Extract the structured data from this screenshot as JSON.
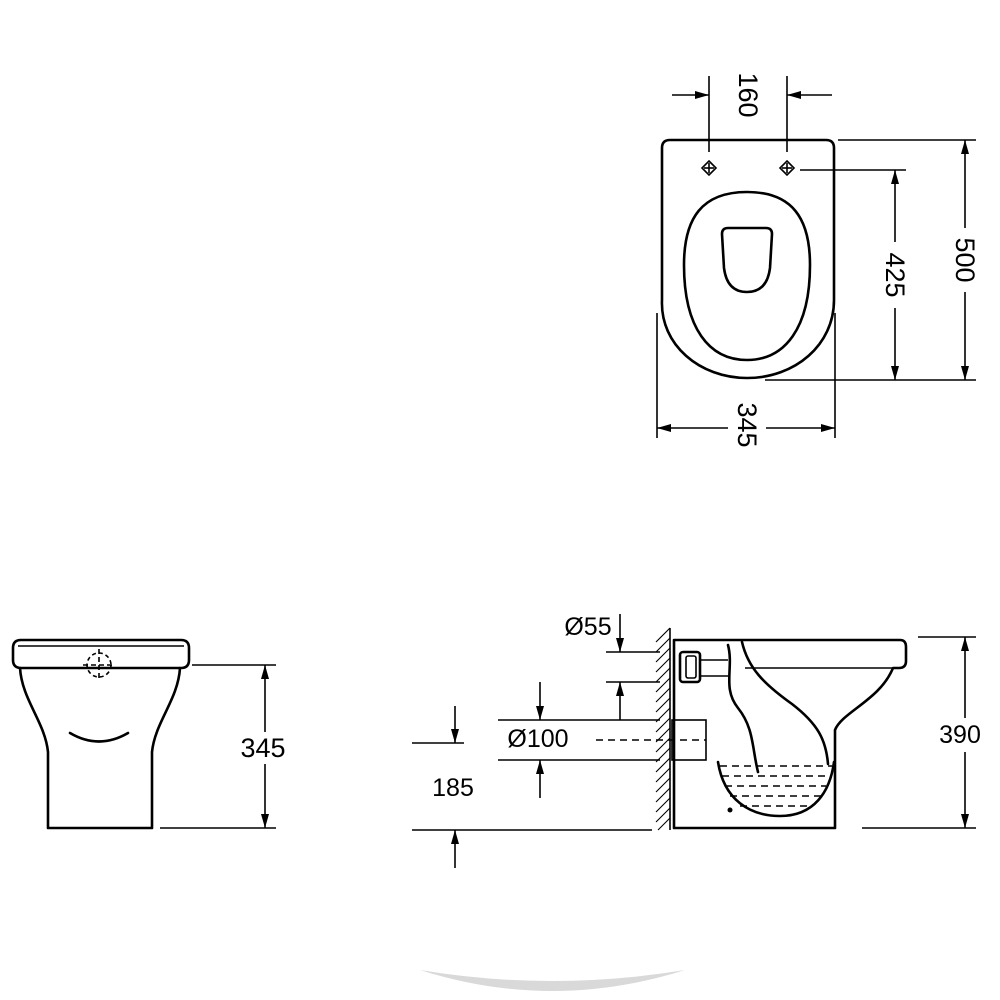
{
  "labels": {
    "plan_fixing_hole_spacing": "160",
    "plan_overall_length": "500",
    "plan_seat_length": "425",
    "plan_width": "345",
    "front_height": "345",
    "side_inlet_diameter": "Ø55",
    "side_outlet_diameter": "Ø100",
    "side_outlet_height": "185",
    "side_height": "390"
  },
  "colors": {
    "line": "#000000",
    "background": "#ffffff",
    "shadow": "#d9d9d9"
  }
}
